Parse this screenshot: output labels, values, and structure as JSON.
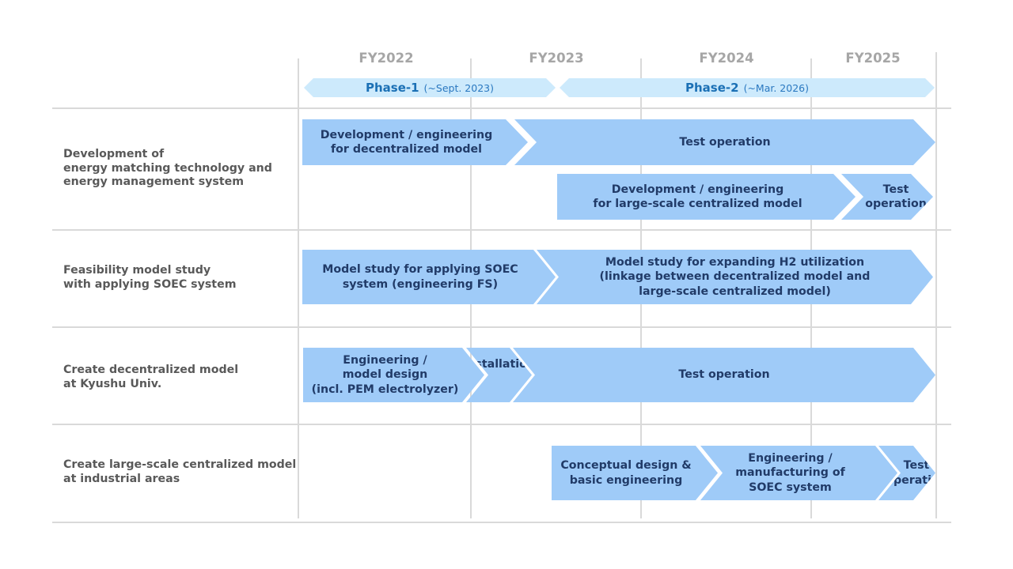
{
  "timeline": {
    "years": [
      "FY2022",
      "FY2023",
      "FY2024",
      "FY2025"
    ],
    "phases": [
      {
        "name": "Phase-1",
        "period": "(~Sept. 2023)"
      },
      {
        "name": "Phase-2",
        "period": "(~Mar. 2026)"
      }
    ]
  },
  "rows": [
    {
      "label": "Development of\nenergy matching technology and\nenergy management system",
      "tasks": [
        "Development  /  engineering\nfor decentralized  model",
        "Test operation",
        "Development  /  engineering\nfor large-scale  centralized  model",
        "Test\noperation"
      ]
    },
    {
      "label": "Feasibility model study\nwith applying SOEC system",
      "tasks": [
        "Model study  for applying SOEC\nsystem  (engineering  FS)",
        "Model study  for expanding H2 utilization\n(linkage between  decentralized  model and\nlarge-scale  centralized  model)"
      ]
    },
    {
      "label": "Create decentralized model\nat Kyushu Univ.",
      "tasks": [
        "Engineering  /\nmodel design\n(incl. PEM electrolyzer)",
        "Installation",
        "Test operation"
      ]
    },
    {
      "label": "Create large-scale centralized model\nat industrial areas",
      "tasks": [
        "Conceptual  design &\nbasic engineering",
        "Engineering  /\nmanufacturing  of\nSOEC system",
        "Test\noperation"
      ]
    }
  ]
}
